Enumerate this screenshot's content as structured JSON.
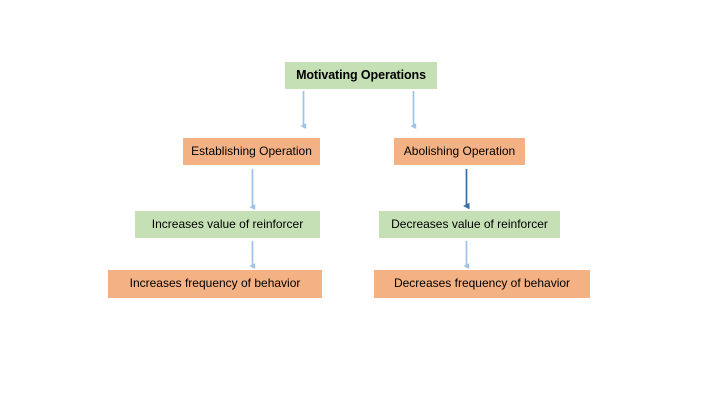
{
  "diagram": {
    "title_text": "Motivating Operations",
    "background_color": "#ffffff",
    "palette": {
      "green_fill": "#c5e0b4",
      "orange_fill": "#f4b183",
      "arrow_light_blue": "#9dc3e6",
      "arrow_dark_blue": "#2e5f8a",
      "text_color": "#000000"
    },
    "nodes": {
      "root": {
        "label": "Motivating Operations",
        "fill": "#c5e0b4",
        "bold": true
      },
      "establishing_operation": {
        "label": "Establishing Operation",
        "fill": "#f4b183",
        "bold": false
      },
      "abolishing_operation": {
        "label": "Abolishing Operation",
        "fill": "#f4b183",
        "bold": false
      },
      "increases_value": {
        "label": "Increases value of reinforcer",
        "fill": "#c5e0b4",
        "bold": false
      },
      "decreases_value": {
        "label": "Decreases value of reinforcer",
        "fill": "#c5e0b4",
        "bold": false
      },
      "increases_frequency": {
        "label": "Increases frequency of behavior",
        "fill": "#f4b183",
        "bold": false
      },
      "decreases_frequency": {
        "label": "Decreases frequency of behavior",
        "fill": "#f4b183",
        "bold": false
      }
    },
    "connectors": [
      {
        "name": "root-to-establishing",
        "color": "#9dc3e6"
      },
      {
        "name": "root-to-abolishing",
        "color": "#9dc3e6"
      },
      {
        "name": "establishing-to-increases-value",
        "color": "#9dc3e6"
      },
      {
        "name": "abolishing-to-decreases-value",
        "color": "#2e5f8a"
      },
      {
        "name": "increases-value-to-increases-frequency",
        "color": "#9dc3e6"
      },
      {
        "name": "decreases-value-to-decreases-frequency",
        "color": "#9dc3e6"
      }
    ]
  }
}
